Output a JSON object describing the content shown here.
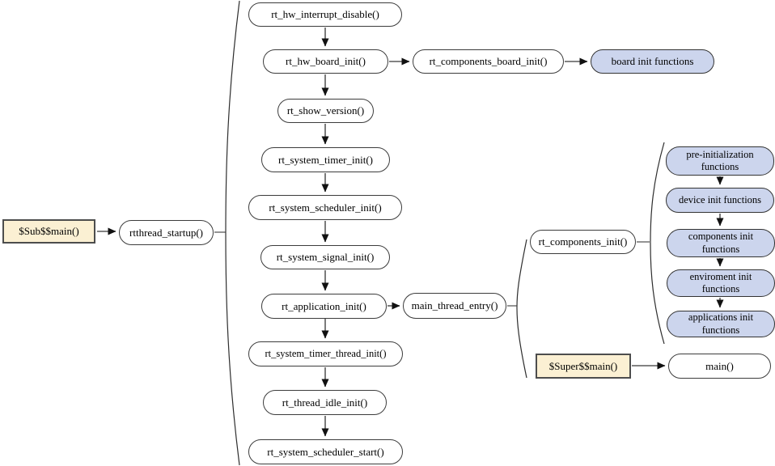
{
  "nodes": {
    "sub_main": "$Sub$$main()",
    "rtthread_startup": "rtthread_startup()",
    "chain": [
      "rt_hw_interrupt_disable()",
      "rt_hw_board_init()",
      "rt_show_version()",
      "rt_system_timer_init()",
      "rt_system_scheduler_init()",
      "rt_system_signal_init()",
      "rt_application_init()",
      "rt_system_timer_thread_init()",
      "rt_thread_idle_init()",
      "rt_system_scheduler_start()"
    ],
    "components_board_init": "rt_components_board_init()",
    "board_init_functions": "board init functions",
    "main_thread_entry": "main_thread_entry()",
    "components_init": "rt_components_init()",
    "init_groups": [
      "pre-initialization functions",
      "device init functions",
      "components init functions",
      "enviroment init functions",
      "applications init functions"
    ],
    "super_main": "$Super$$main()",
    "main": "main()"
  },
  "colors": {
    "group_pill_fill": "#ccd5ed",
    "entry_box_fill": "#fbf0d3",
    "node_border": "#3c3c3c",
    "arrow_line": "#5a5a5a",
    "arrow_head": "#111111"
  }
}
